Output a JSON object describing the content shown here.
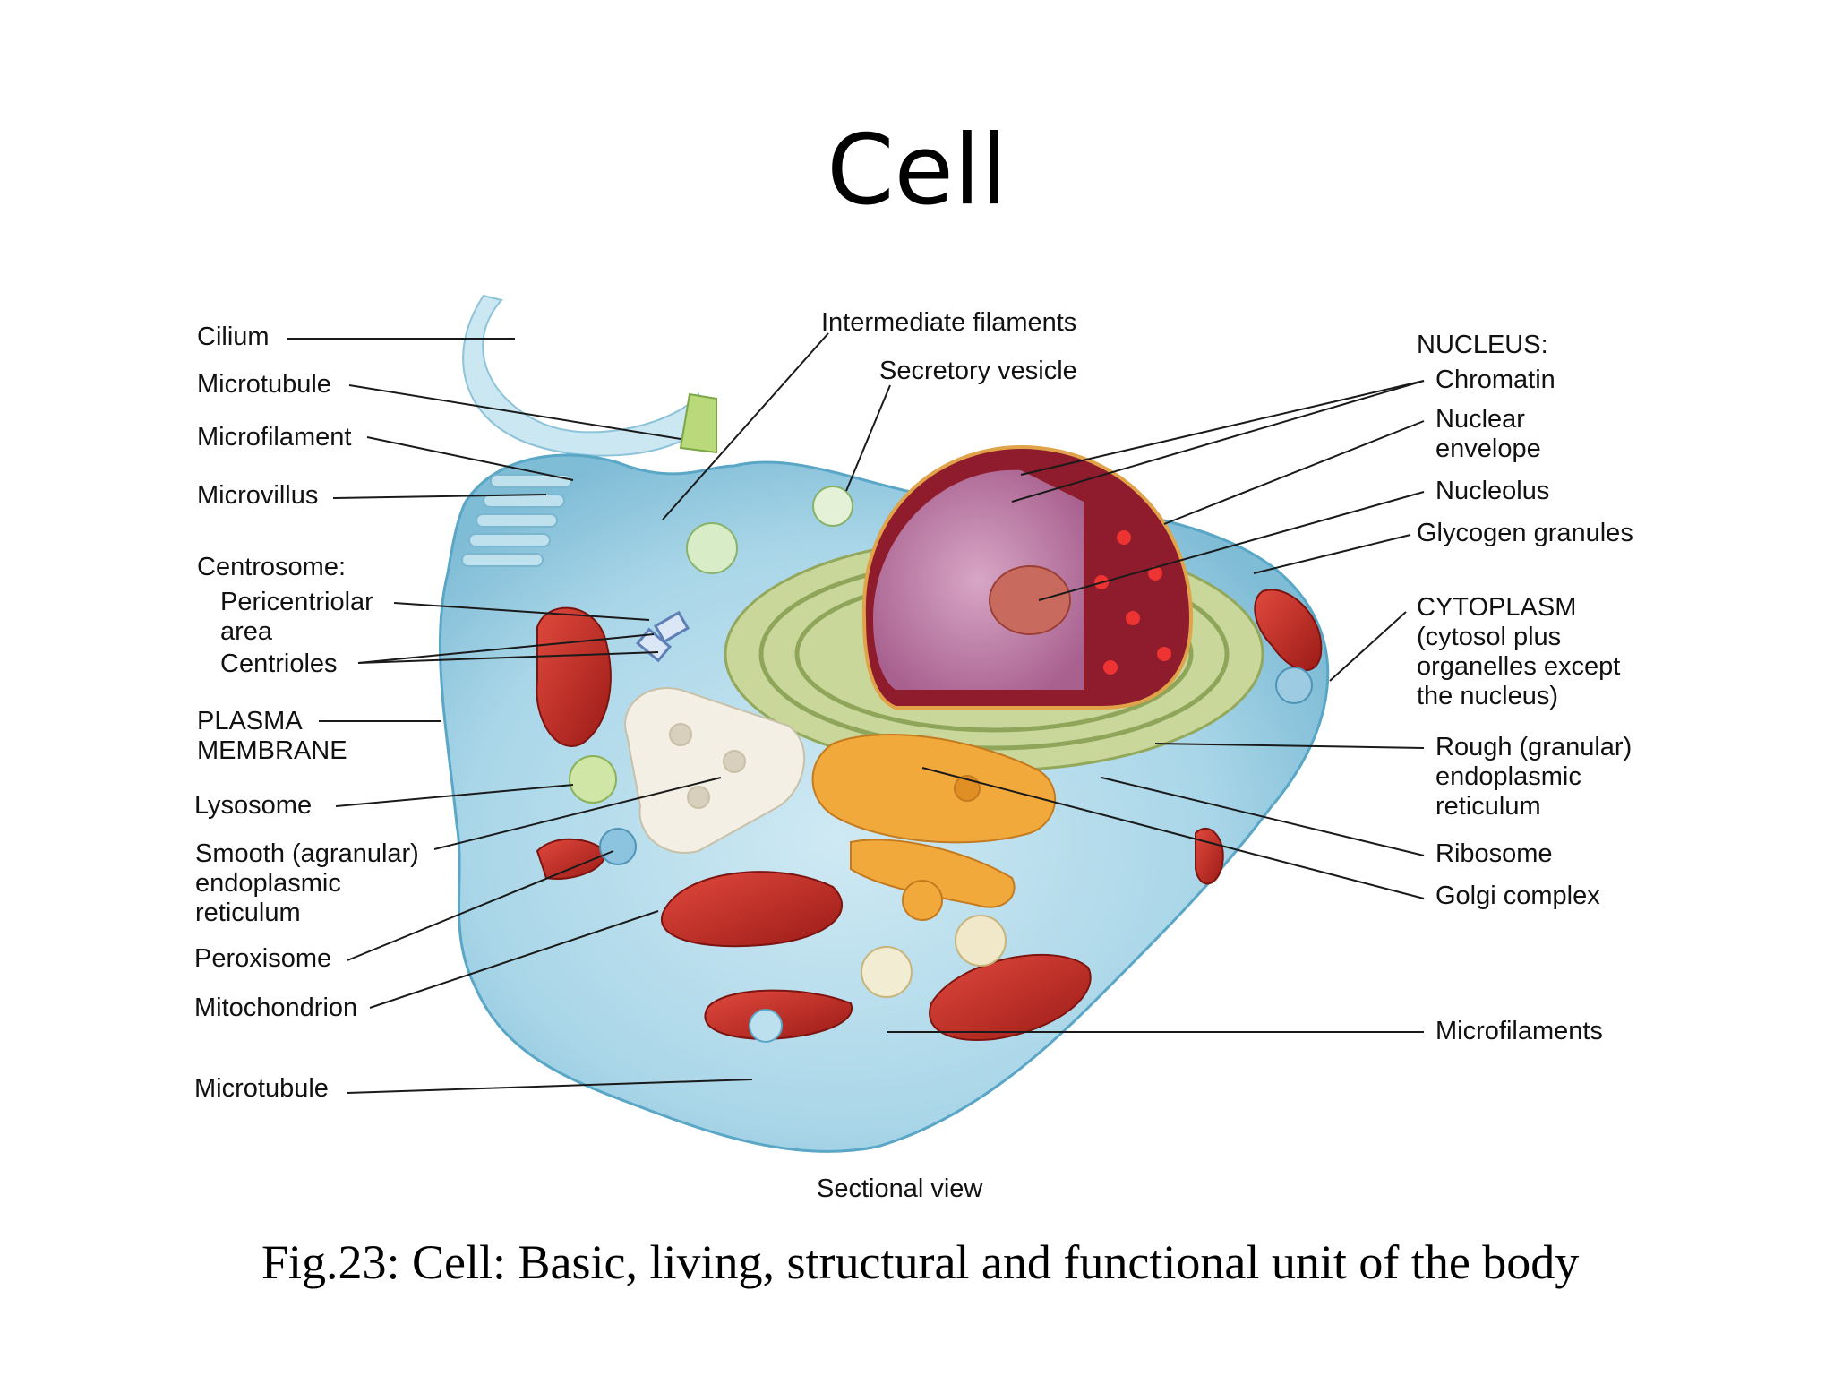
{
  "title": "Cell",
  "caption": "Fig.23: Cell:  Basic, living, structural and functional unit of the body",
  "diagram": {
    "view_label": "Sectional view",
    "labels_left": {
      "cilium": "Cilium",
      "microtubule_top": "Microtubule",
      "microfilament": "Microfilament",
      "microvillus": "Microvillus",
      "centrosome": "Centrosome:",
      "pericentriolar_area": "Pericentriolar\narea",
      "centrioles": "Centrioles",
      "plasma_membrane": "PLASMA\nMEMBRANE",
      "lysosome": "Lysosome",
      "smooth_er": "Smooth (agranular)\nendoplasmic\nreticulum",
      "peroxisome": "Peroxisome",
      "mitochondrion": "Mitochondrion",
      "microtubule_bottom": "Microtubule"
    },
    "labels_top": {
      "intermediate_filaments": "Intermediate filaments",
      "secretory_vesicle": "Secretory vesicle"
    },
    "labels_right": {
      "nucleus": "NUCLEUS:",
      "chromatin": "Chromatin",
      "nuclear_envelope": "Nuclear\nenvelope",
      "nucleolus": "Nucleolus",
      "glycogen_granules": "Glycogen granules",
      "cytoplasm": "CYTOPLASM\n(cytosol plus\norganelles except\nthe nucleus)",
      "rough_er": "Rough (granular)\nendoplasmic\nreticulum",
      "ribosome": "Ribosome",
      "golgi_complex": "Golgi complex",
      "microfilaments": "Microfilaments"
    }
  }
}
